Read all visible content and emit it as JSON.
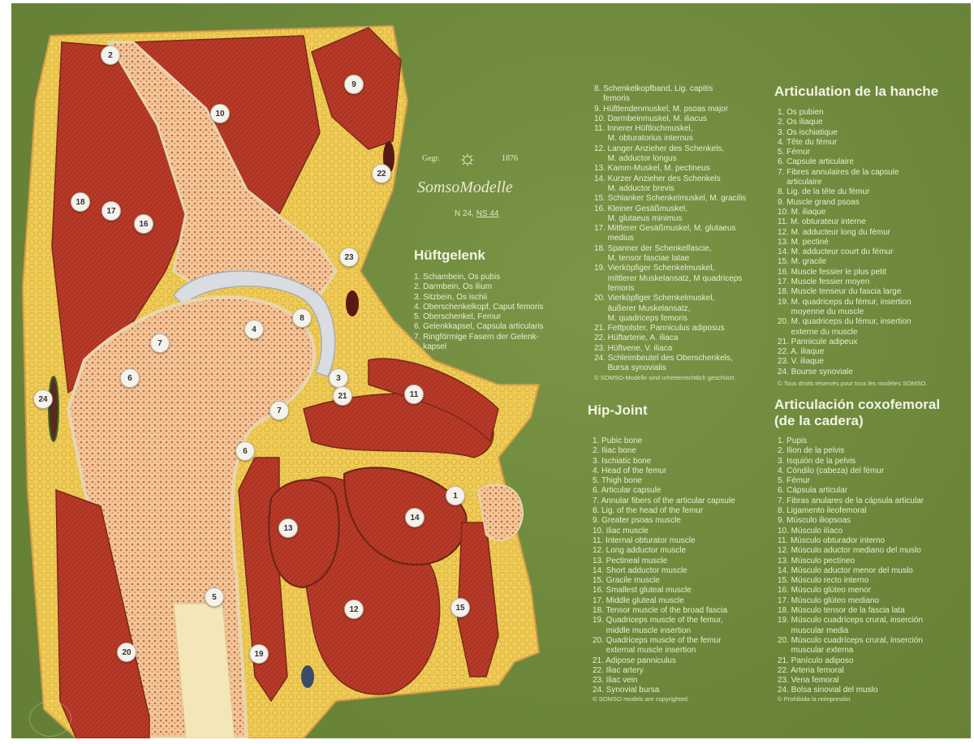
{
  "brand": {
    "gegr": "Gegr.",
    "year": "1876",
    "name": "SomsoModelle",
    "model_no": "N 24,",
    "model_ns": "NS 44"
  },
  "markers": [
    "1",
    "2",
    "3",
    "4",
    "5",
    "6",
    "6",
    "7",
    "7",
    "8",
    "9",
    "10",
    "11",
    "12",
    "13",
    "14",
    "15",
    "16",
    "17",
    "18",
    "19",
    "20",
    "21",
    "22",
    "23",
    "24"
  ],
  "german": {
    "title": "Hüftgelenk",
    "items": [
      "1. Schambein, Os pubis",
      "2. Darmbein, Os ilium",
      "3. Sitzbein, Os ischii",
      "4. Oberschenkelkopf, Caput femoris",
      "5. Oberschenkel, Femur",
      "6. Gelenkkapsel, Capsula articularis",
      "7. Ringförmige Fasern der Gelenk-",
      "    kapsel"
    ],
    "items2": [
      "8. Schenkelkopfband, Lig. capitis",
      "    femoris",
      "9. Hüftlendenmuskel, M. psoas major",
      "10. Darmbeinmuskel, M. iliacus",
      "11. Innerer Hüftlochmuskel,",
      "      M. obturatorius internus",
      "12. Langer Anzieher des Schenkels,",
      "      M. adductor longus",
      "13. Kamm-Muskel, M. pectineus",
      "14. Kurzer Anzieher des Schenkels",
      "      M. adductor brevis",
      "15. Schlanker Schenkelmuskel, M. gracilis",
      "16. Kleiner Gesäßmuskel,",
      "      M. glutaeus minimus",
      "17. Mittlerer Gesäßmuskel, M. glutaeus",
      "      medius",
      "18. Spanner der Schenkelfascie,",
      "      M. tensor fasciae latae",
      "19. Vierköpfiger Schenkelmuskel,",
      "      mittlerer Muskelansatz, M quadriceps",
      "      femoris",
      "20. Vierköpfiger Schenkelmuskel,",
      "      äußerer Muskelansatz,",
      "      M. quadriceps femoris",
      "21. Fettpolster, Panniculus adiposus",
      "22. Hüftarterie, A. iliaca",
      "23. Hüftvene, V. iliaca",
      "24. Schleimbeutel des Oberschenkels,",
      "      Bursa synovialis"
    ],
    "copyright": "© SOMSO-Modelle sind urheberrechtlich geschützt."
  },
  "english": {
    "title": "Hip-Joint",
    "items": [
      "1. Pubic bone",
      "2. Iliac bone",
      "3. Ischiatic bone",
      "4. Head of the femur",
      "5. Thigh bone",
      "6. Articular capsule",
      "7. Annular fibers of the articular capsule",
      "8. Lig. of the head of the femur",
      "9. Greater psoas muscle",
      "10. Iliac muscle",
      "11. Internal obturator muscle",
      "12. Long adductor muscle",
      "13. Pectineal muscle",
      "14. Short adductor muscle",
      "15. Gracile muscle",
      "16. Smallest gluteal muscle",
      "17. Middle gluteal muscle",
      "18. Tensor muscle of the broad fascia",
      "19. Quadriceps muscle of the femur,",
      "      middle muscle insertion",
      "20. Quadriceps muscle of the femur",
      "      external muscle insertion",
      "21. Adipose panniculus",
      "22. Iliac artery",
      "23. Iliac vein",
      "24. Synovial bursa"
    ],
    "copyright": "© SOMSO models are copyrighted."
  },
  "french": {
    "title": "Articulation de la hanche",
    "items": [
      "1. Os pubien",
      "2. Os iliaque",
      "3. Os ischiatique",
      "4. Tête du fémur",
      "5. Fémur",
      "6. Capsule articulaire",
      "7. Fibres annulaires de la capsule",
      "    articulaire",
      "8. Lig. de la tête du fémur",
      "9. Muscle grand psoas",
      "10. M. iliaque",
      "11. M. obturateur interne",
      "12. M. adducteur long du fémur",
      "13. M. pectiné",
      "14. M. adducteur court du fémur",
      "15. M. gracile",
      "16. Muscle fessier le plus petit",
      "17. Muscle fessier moyen",
      "18. Muscle tenseur du fascia large",
      "19. M. quadriceps du fémur, insertion",
      "      moyenne du muscle",
      "20. M. quadriceps du fémur, insertion",
      "      externe du muscle",
      "21. Pannicule adipeux",
      "22. A. iliaque",
      "23. V. iliaque",
      "24. Bourse synoviale"
    ],
    "copyright": "© Tous droits réservés pour tous les modèles SOMSO."
  },
  "spanish": {
    "title": "Articulación coxofemoral",
    "title2": "(de la cadera)",
    "items": [
      "1. Pupis",
      "2. Ilion de la pelvis",
      "3. Isquión de la pelvis",
      "4. Cóndilo (cabeza) del fémur",
      "5. Fémur",
      "6. Cápsula articular",
      "7. Fibras anulares de la cápsula articular",
      "8. Ligamento ileofemoral",
      "9. Músculo iliopsoas",
      "10. Músculo ilíaco",
      "11. Músculo obturador interno",
      "12. Músculo aductor mediano del muslo",
      "13. Músculo pectíneo",
      "14. Músculo aductor menor del muslo",
      "15. Músculo recto interno",
      "16. Músculo glúteo menor",
      "17. Músculo glúteo mediano",
      "18. Músculo tensor de la fascia lata",
      "19. Músculo cuadríceps crural, inserción",
      "      muscular media",
      "20. Músculo cuadríceps crural, inserción",
      "      muscular externa",
      "21. Panículo adiposo",
      "22. Arteria femoral",
      "23. Vena femoral",
      "24. Bolsa sinovial del muslo"
    ],
    "copyright": "© Prohibida la reimpresión"
  }
}
